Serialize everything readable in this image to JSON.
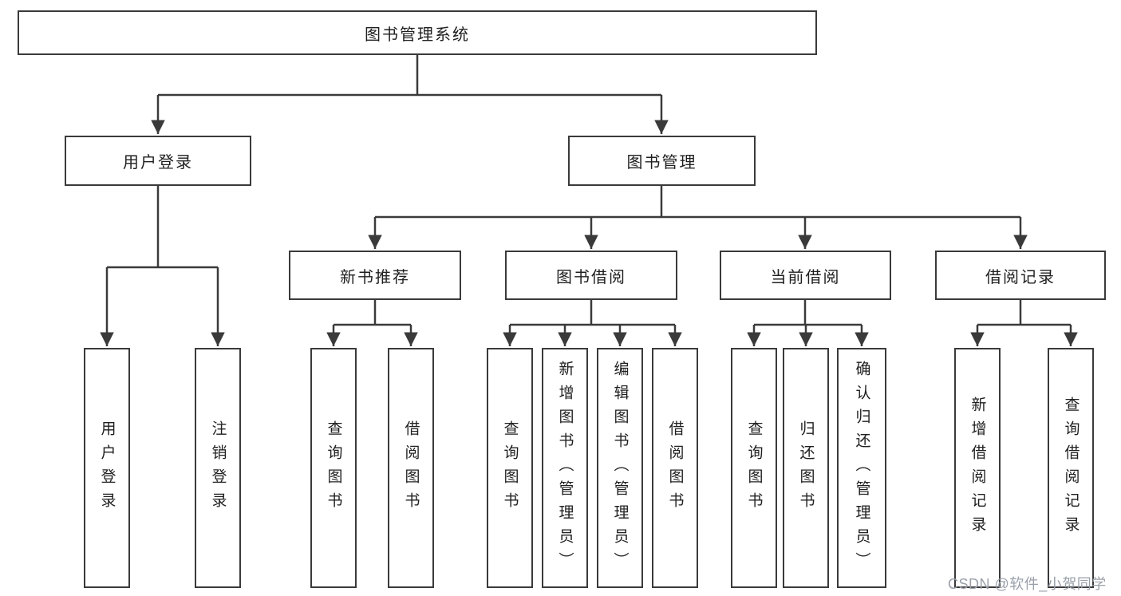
{
  "diagram": {
    "root": {
      "label": "图书管理系统"
    },
    "level2": [
      {
        "label": "用户登录"
      },
      {
        "label": "图书管理"
      }
    ],
    "level3": [
      {
        "label": "新书推荐",
        "parent": "图书管理"
      },
      {
        "label": "图书借阅",
        "parent": "图书管理"
      },
      {
        "label": "当前借阅",
        "parent": "图书管理"
      },
      {
        "label": "借阅记录",
        "parent": "图书管理"
      }
    ],
    "leaves": [
      {
        "label": "用户登录",
        "parent": "用户登录"
      },
      {
        "label": "注销登录",
        "parent": "用户登录"
      },
      {
        "label": "查询图书",
        "parent": "新书推荐"
      },
      {
        "label": "借阅图书",
        "parent": "新书推荐"
      },
      {
        "label": "查询图书",
        "parent": "图书借阅"
      },
      {
        "label": "新增图书（管理员）",
        "parent": "图书借阅"
      },
      {
        "label": "编辑图书（管理员）",
        "parent": "图书借阅"
      },
      {
        "label": "借阅图书",
        "parent": "图书借阅"
      },
      {
        "label": "查询图书",
        "parent": "当前借阅"
      },
      {
        "label": "归还图书",
        "parent": "当前借阅"
      },
      {
        "label": "确认归还（管理员）",
        "parent": "当前借阅"
      },
      {
        "label": "新增借阅记录",
        "parent": "借阅记录"
      },
      {
        "label": "查询借阅记录",
        "parent": "借阅记录"
      }
    ]
  },
  "watermark": "CSDN @软件_小贺同学",
  "colors": {
    "line": "#3a3a3a",
    "text": "#1f1f1f",
    "background": "#ffffff",
    "watermark": "#9aa0aa"
  }
}
